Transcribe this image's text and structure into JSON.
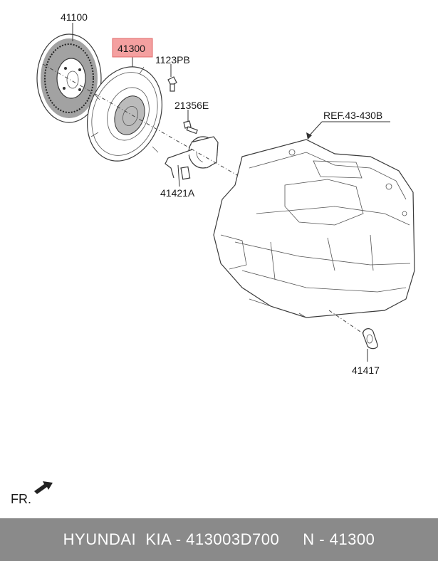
{
  "labels": {
    "disc": "41100",
    "cover": "41300",
    "bolt": "1123PB",
    "small_bolt": "21356E",
    "bearing": "41421A",
    "reference": "REF.43-430B",
    "plug": "41417",
    "front": "FR."
  },
  "colors": {
    "highlight_fill": "#f4a0a0",
    "highlight_border": "#e06a6a",
    "footer_bg": "#8a8a8a",
    "footer_text": "#ffffff"
  },
  "footer": {
    "text": "HYUNDAI  KIA - 413003D700     N - 41300"
  }
}
